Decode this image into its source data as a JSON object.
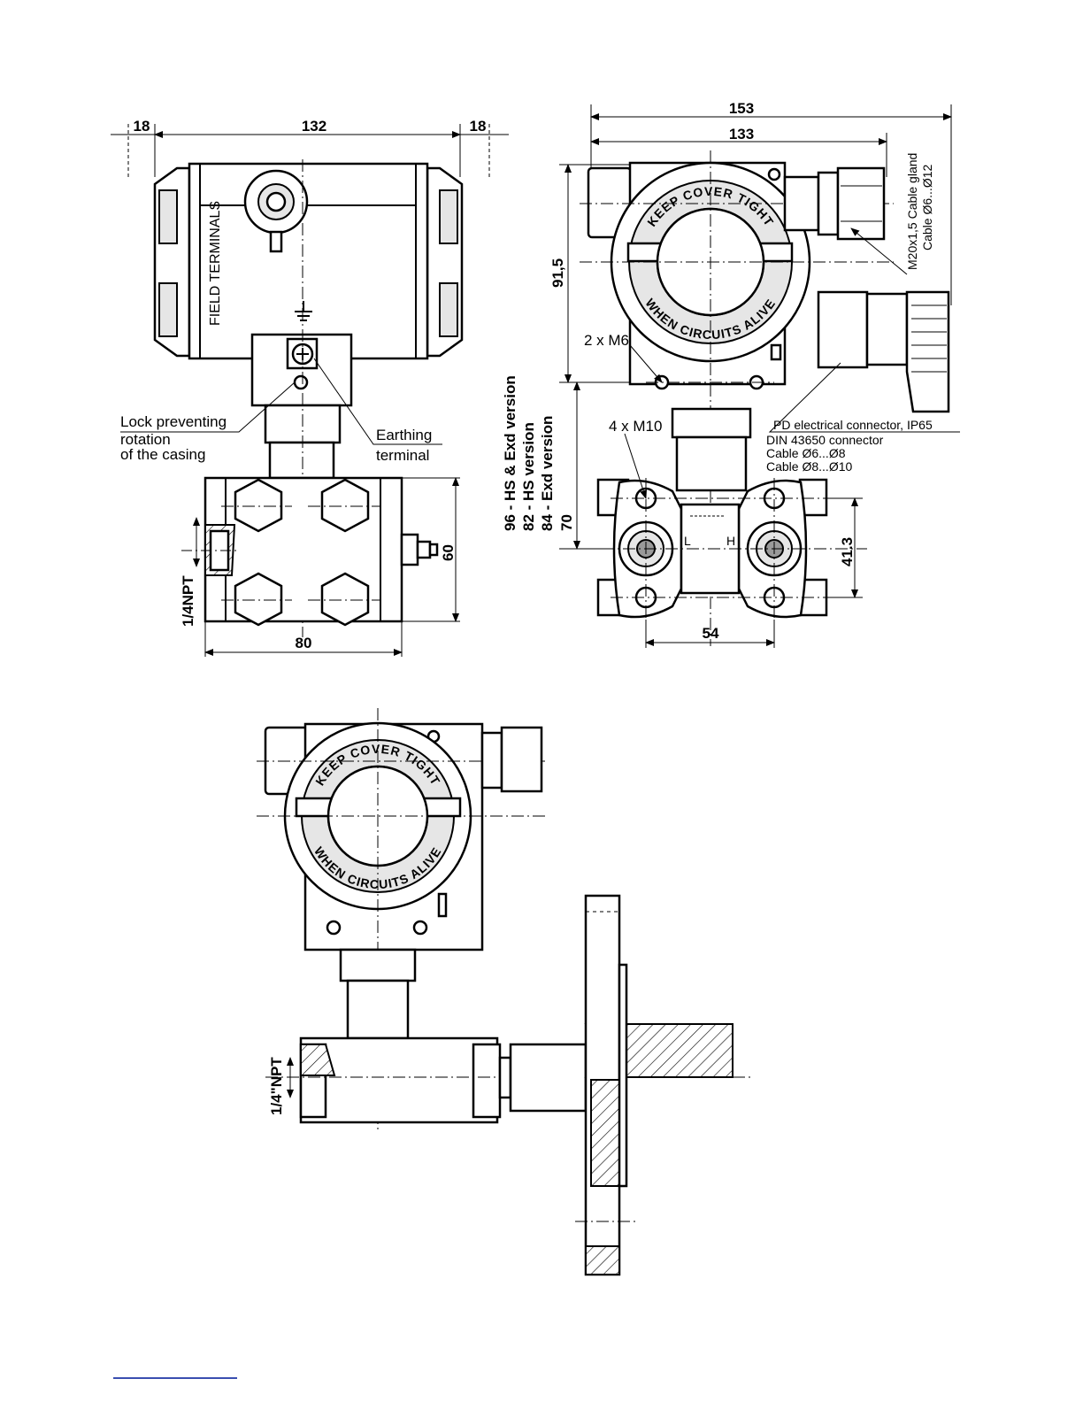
{
  "top_left_view": {
    "dims": {
      "left_margin": "18",
      "width": "132",
      "right_margin": "18",
      "base_height": "60",
      "base_width": "80"
    },
    "labels": {
      "field_terminals": "FIELD TERMINALS",
      "lock_line1": "Lock preventing",
      "lock_line2": "rotation",
      "lock_line3": "of the casing",
      "earthing_line1": "Earthing",
      "earthing_line2": "terminal",
      "npt": "1/4NPT"
    }
  },
  "top_right_view": {
    "dims": {
      "overall_width": "153",
      "housing_width": "133",
      "housing_height": "91,5",
      "neck_height": "70",
      "flange_spacing": "54",
      "port_spacing": "41.3"
    },
    "ring_top": "KEEP COVER TIGHT",
    "ring_bottom": "WHEN CIRCUITS ALIVE",
    "labels": {
      "screws_m6": "2 x M6",
      "screws_m10": "4 x M10",
      "version_hs_exd": "96 - HS & Exd version",
      "version_hs": "82 - HS version",
      "version_exd": "84 - Exd version",
      "gland_line1": "M20x1,5 Cable gland",
      "gland_line2": "Cable Ø6...Ø12",
      "pd_line1": "PD electrical connector, IP65",
      "pd_line2": "DIN 43650 connector",
      "pd_line3": "Cable  Ø6...Ø8",
      "pd_line4": "Cable  Ø8...Ø10",
      "port_l": "L",
      "port_h": "H"
    }
  },
  "bottom_view": {
    "ring_top": "KEEP COVER TIGHT",
    "ring_bottom": "WHEN CIRCUITS ALIVE",
    "npt": "1/4\"NPT"
  }
}
